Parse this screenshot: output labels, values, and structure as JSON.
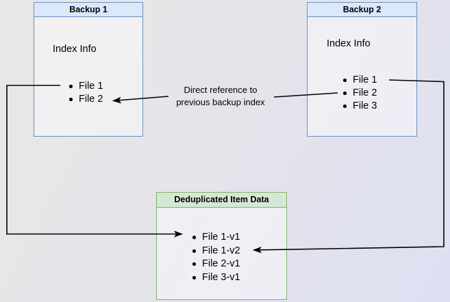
{
  "diagram": {
    "colors": {
      "blue_header_fill": "#dae8fc",
      "blue_border": "#6c8ebf",
      "green_header_fill": "#d5e8d4",
      "green_border": "#82b366",
      "arrow": "#000000",
      "background_top_left": "#e9e7e6",
      "background_bottom_right": "#dee0f2"
    },
    "nodes": {
      "backup1": {
        "title": "Backup 1",
        "body_label": "Index Info",
        "items": [
          "File 1",
          "File 2"
        ]
      },
      "backup2": {
        "title": "Backup 2",
        "body_label": "Index Info",
        "items": [
          "File 1",
          "File 2",
          "File 3"
        ]
      },
      "dedup": {
        "title": "Deduplicated Item Data",
        "items": [
          "File 1-v1",
          "File 1-v2",
          "File 2-v1",
          "File 3-v1"
        ]
      }
    },
    "edges": {
      "direct_reference": {
        "label_line1": "Direct reference to",
        "label_line2": "previous backup index"
      }
    }
  }
}
